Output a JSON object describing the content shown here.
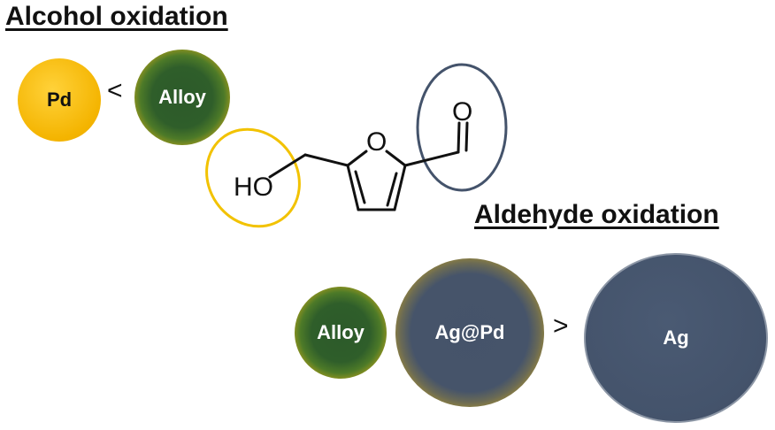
{
  "headings": {
    "alcohol": "Alcohol oxidation",
    "aldehyde": "Aldehyde oxidation"
  },
  "alcohol_row": {
    "particle_1": "Pd",
    "comparator": "<",
    "particle_2": "Alloy"
  },
  "aldehyde_row": {
    "particle_1": "Alloy",
    "particle_2": "Ag@Pd",
    "comparator": ">",
    "particle_3": "Ag"
  },
  "molecule": {
    "hydroxyl_label": "HO",
    "ring_oxygen_label": "O",
    "carbonyl_oxygen_label": "O",
    "highlight_colors": {
      "hydroxyl": "#f2c200",
      "aldehyde": "#44536b"
    }
  },
  "colors": {
    "pd_gold": "#f4b400",
    "alloy_green": "#2f5e2a",
    "ag_slate": "#44536b"
  }
}
